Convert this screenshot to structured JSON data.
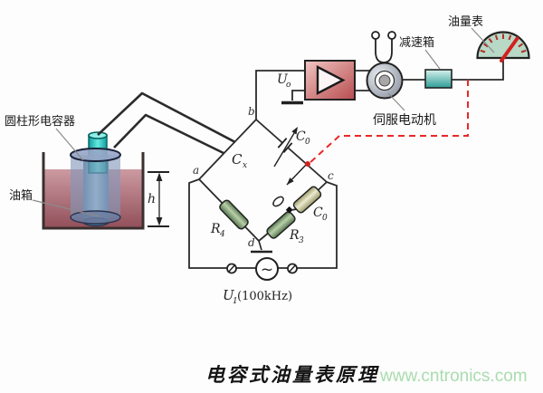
{
  "caption": "电容式油量表原理",
  "watermark": "www.cntronics.com",
  "labels": {
    "cylindrical_capacitor": "圆柱形电容器",
    "fuel_tank": "油箱",
    "fuel_gauge": "油量表",
    "reduction_gearbox": "减速箱",
    "servo_motor": "伺服电动机",
    "liquid_height": "h",
    "node_a": "a",
    "node_b": "b",
    "node_c": "c",
    "node_d": "d",
    "source_tilde": "~"
  },
  "components": {
    "cx": {
      "base": "C",
      "sub": "x"
    },
    "c0_trimmer": {
      "base": "C",
      "sub": "0"
    },
    "c0_fixed": {
      "base": "C",
      "sub": "0"
    },
    "r4": {
      "base": "R",
      "sub": "4"
    },
    "r3": {
      "base": "R",
      "sub": "3"
    },
    "u_out": {
      "base": "U",
      "sub": "o"
    },
    "u_supply": {
      "base": "U",
      "sub": "1",
      "suffix": "(100kHz)"
    }
  },
  "colors": {
    "wire": "#2a2a2a",
    "liquid_top": "#cc9aa2",
    "liquid_bottom": "#92505a",
    "outer_electrode": "#8fa0bf",
    "inner_rod": "#7aa8c8",
    "tube": "#2ed0c8",
    "resistor_green": "#7a9a6a",
    "capacitor_yellow": "#d9d9a8",
    "amplifier_pink": "#cf7a7c",
    "motor_silver": "#c6ccd4",
    "gearbox_teal": "#5fc0b8",
    "gauge_fill": "#b8d9c6",
    "gauge_needle": "#d42020",
    "mechanical_link_red": "#e82828",
    "watermark_green": "#a9dcae"
  }
}
